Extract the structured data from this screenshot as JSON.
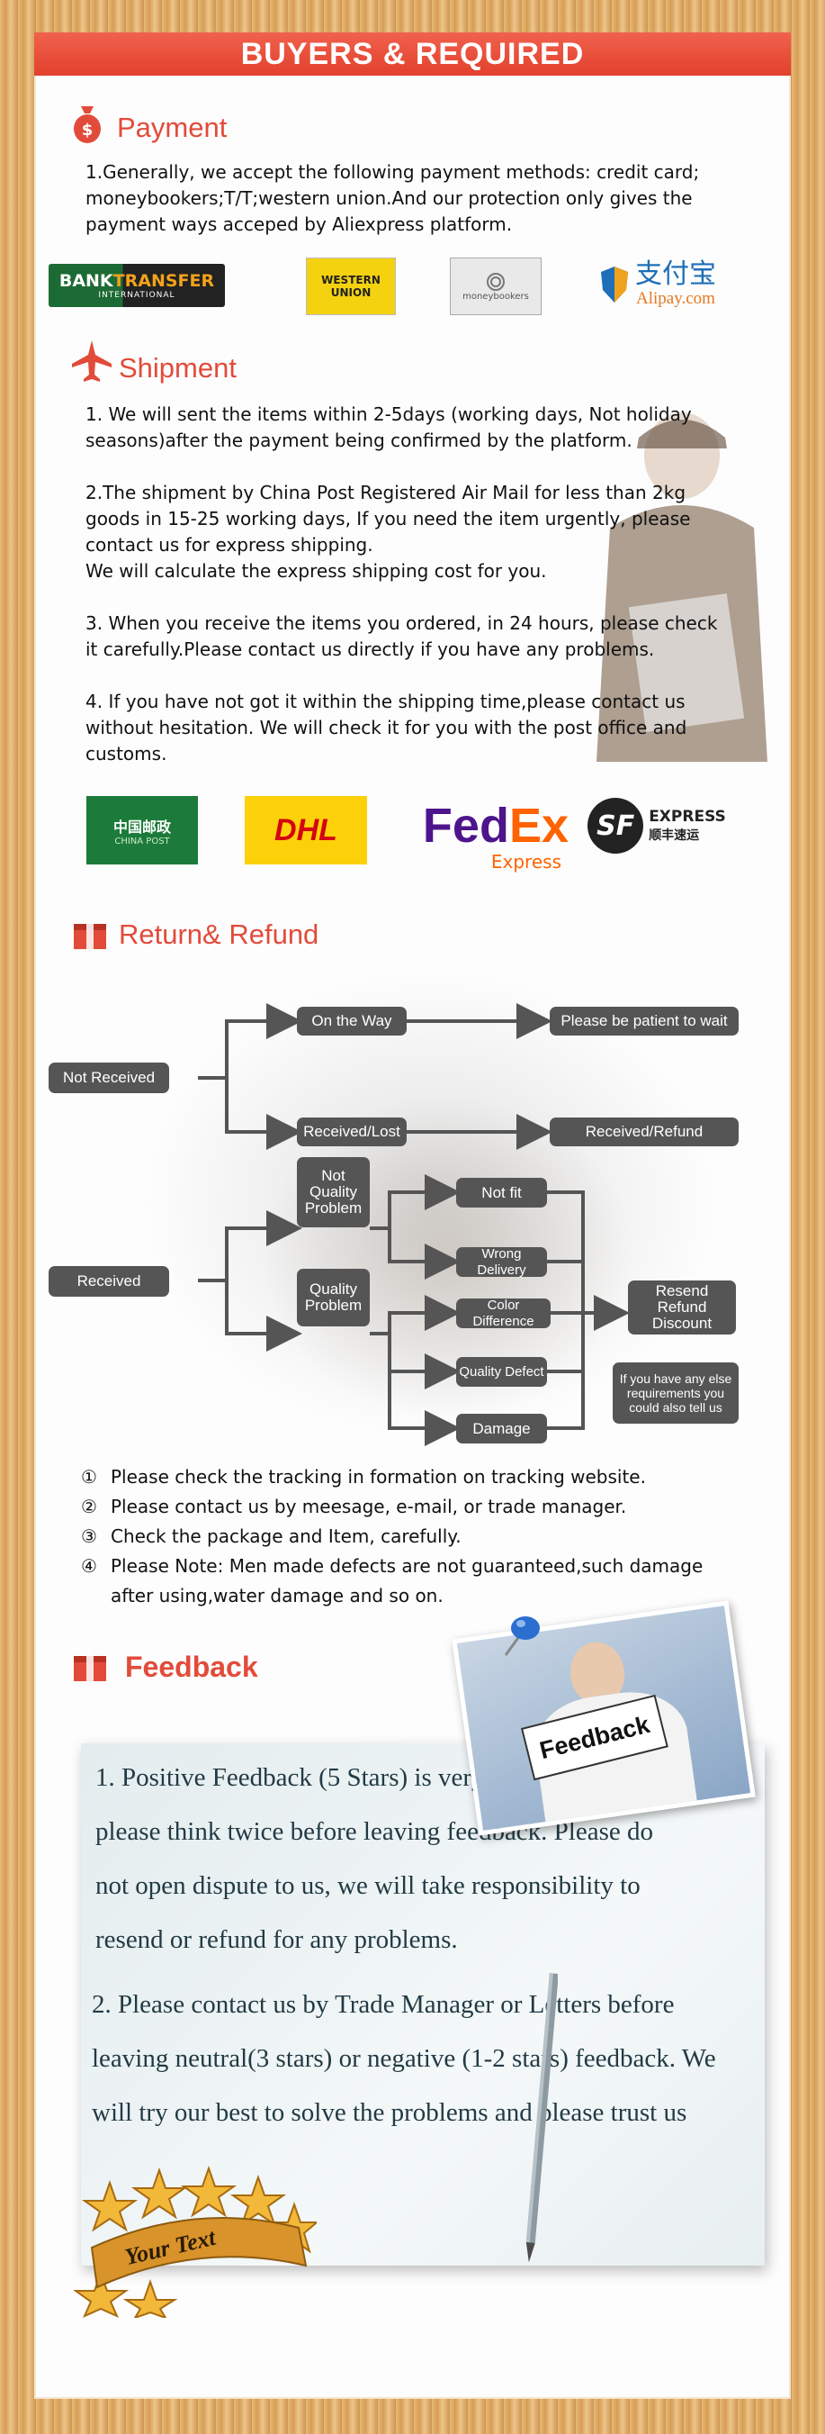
{
  "banner": {
    "title": "BUYERS & REQUIRED"
  },
  "payment": {
    "title": "Payment",
    "text": "1.Generally, we accept the following payment methods: credit card;\nmoneybookers;T/T;western union.And our protection only gives the\npayment ways acceped by Aliexpress platform.",
    "logos": {
      "bank_a": "BANK",
      "bank_b": "TRANSFER",
      "bank_c": "INTERNATIONAL",
      "western_union": "WESTERN UNION",
      "moneybookers": "moneybookers",
      "alipay_cn": "支付宝",
      "alipay_en": "Alipay.com"
    }
  },
  "shipment": {
    "title": "Shipment",
    "paras": [
      "1. We will sent the items within 2-5days (working days, Not holiday\nseasons)after the payment being confirmed by the platform.",
      "2.The shipment by China Post Registered Air Mail for less than  2kg\ngoods in 15-25 working days, If  you need the item urgently, please\ncontact us for express shipping.\nWe will calculate the express shipping cost for you.",
      "3. When you receive the items you ordered, in 24 hours, please check\n it carefully.Please contact us directly if you have any problems.",
      "4. If you have not got it within the shipping time,please contact us\nwithout hesitation. We will check it for you with the post office and\ncustoms."
    ],
    "logos": {
      "china_post_cn": "中国邮政",
      "china_post_en": "CHINA POST",
      "dhl": "DHL",
      "fedex_a": "Fed",
      "fedex_b": "Ex",
      "fedex_express": "Express",
      "sf": "SF",
      "sf_express": "EXPRESS",
      "sf_cn": "顺丰速运"
    }
  },
  "refund": {
    "title": "Return& Refund",
    "nodes": {
      "not_received": "Not Received",
      "on_the_way": "On the Way",
      "be_patient": "Please be patient to wait",
      "received_lost": "Received/Lost",
      "received_refund": "Received/Refund",
      "received": "Received",
      "not_quality": "Not\nQuality\nProblem",
      "quality": "Quality\nProblem",
      "not_fit": "Not fit",
      "wrong_delivery": "Wrong Delivery",
      "color_difference": "Color Difference",
      "quality_defect": "Quality Defect",
      "damage": "Damage",
      "resend": "Resend\nRefund\nDiscount",
      "else": "If you have any else\nrequirements you\ncould also tell us"
    },
    "notes": [
      {
        "num": "①",
        "text": "Please check the tracking in formation on tracking website."
      },
      {
        "num": "②",
        "text": "Please contact us by meesage, e-mail, or trade manager."
      },
      {
        "num": "③",
        "text": "Check the package and Item, carefully."
      },
      {
        "num": "④",
        "text": "Please Note: Men made defects  are not guaranteed,such damage\nafter using,water damage and so on."
      }
    ]
  },
  "feedback": {
    "title": "Feedback",
    "sign": "Feedback",
    "p1": "1. Positive Feedback (5 Stars) is very important to us,\nplease think twice before leaving feedback. Please do\nnot open dispute to us,   we will take responsibility to\nresend or refund for any problems.",
    "p2": "2. Please contact us by Trade Manager or Letters before\nleaving neutral(3 stars) or negative (1-2 stars) feedback. We\nwill try our best to solve the problems and please trust us",
    "badge": "Your Text"
  },
  "colors": {
    "accent": "#e24b3a",
    "node": "#555555"
  }
}
